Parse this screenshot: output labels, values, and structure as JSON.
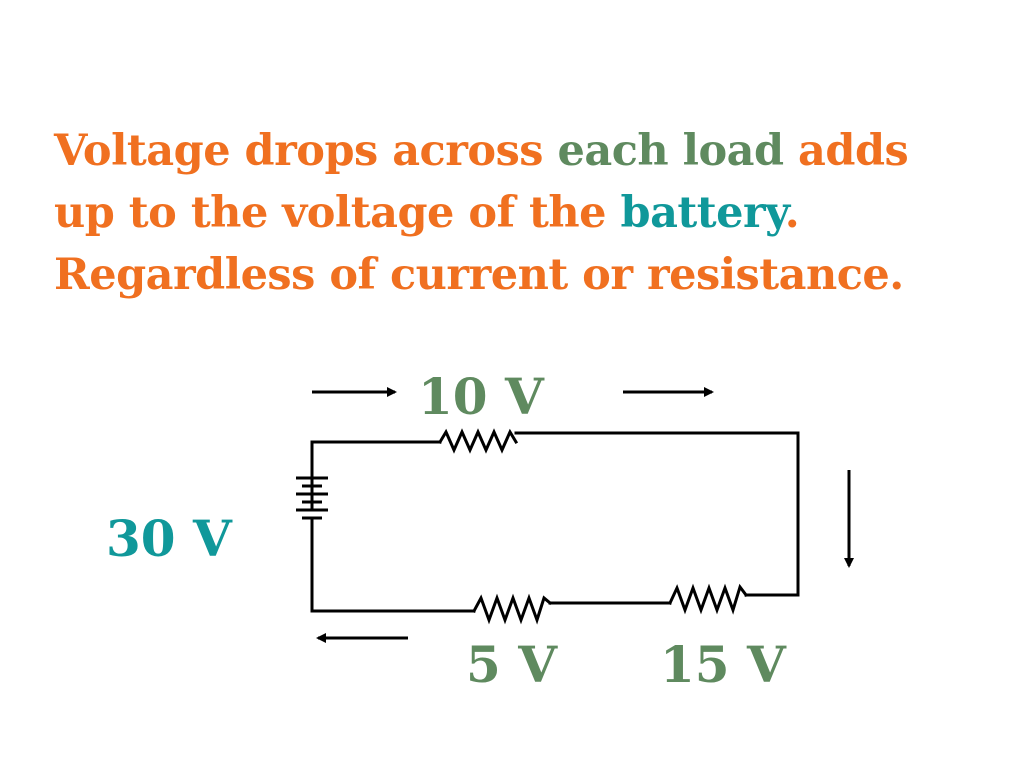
{
  "title": {
    "line1": {
      "part1": "Voltage drops across ",
      "part2": "each load",
      "part3": " adds"
    },
    "line2": {
      "part1": "up to the voltage of the ",
      "part2": "battery",
      "part3": "."
    },
    "line3": "Regardless of current or resistance."
  },
  "circuit": {
    "battery_voltage": "30 V",
    "resistor_top_voltage": "10 V",
    "resistor_bottom_left_voltage": "5 V",
    "resistor_bottom_right_voltage": "15 V"
  },
  "colors": {
    "orange": "#f07020",
    "green": "#5f8a5f",
    "teal": "#10989a",
    "wire": "#000000"
  }
}
